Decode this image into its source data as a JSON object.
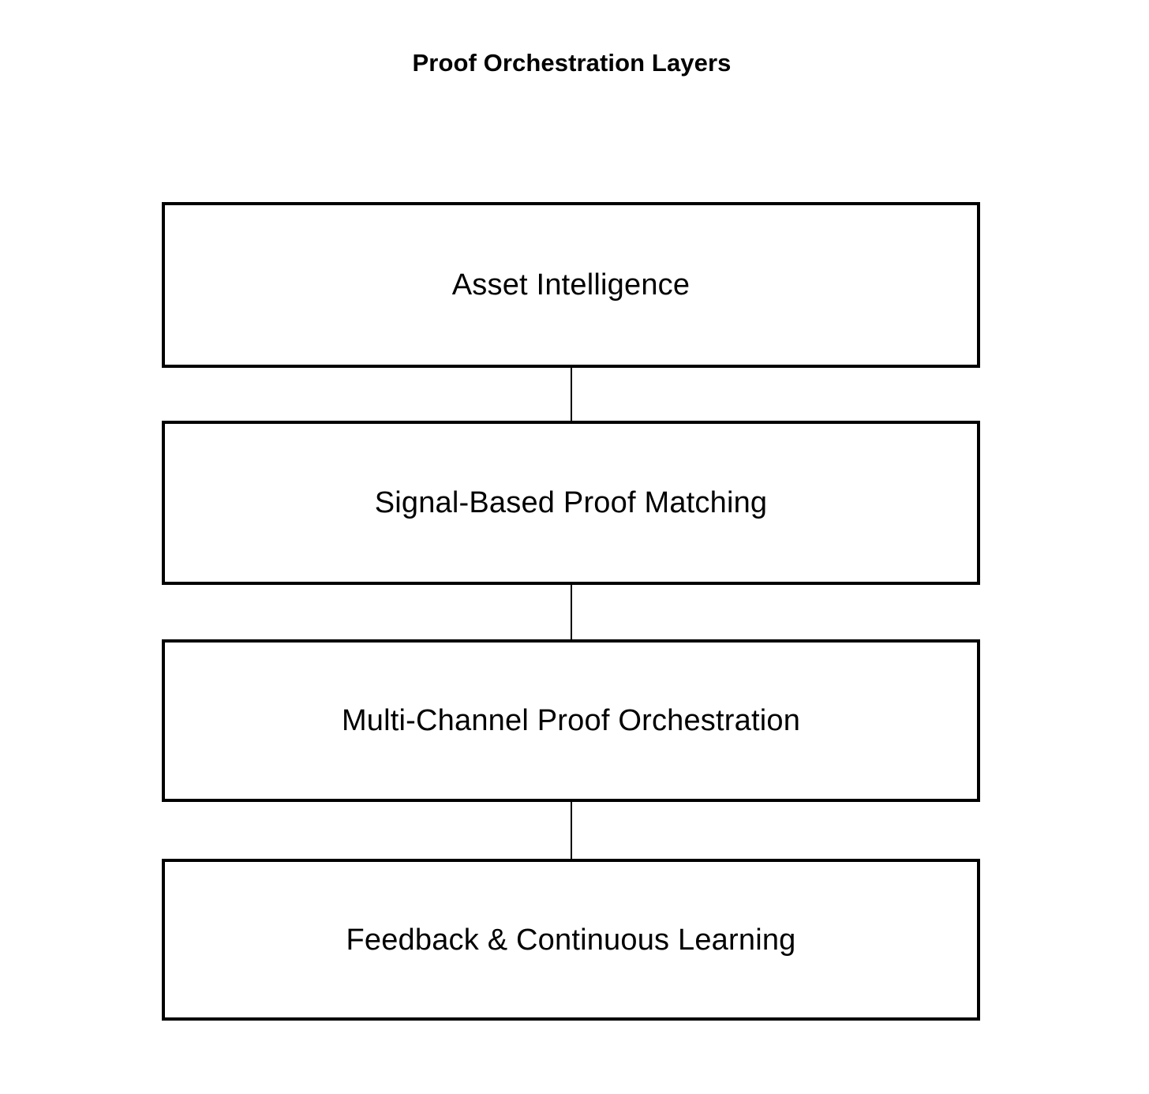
{
  "diagram": {
    "title": "Proof Orchestration Layers",
    "type": "vertical-flow",
    "background_color": "#ffffff",
    "line_color": "#000000",
    "text_color": "#000000",
    "nodes": [
      {
        "id": "asset-intelligence",
        "label": "Asset Intelligence",
        "order": 1
      },
      {
        "id": "signal-based-proof-matching",
        "label": "Signal-Based Proof Matching",
        "order": 2
      },
      {
        "id": "multi-channel-proof-orchestration",
        "label": "Multi-Channel Proof Orchestration",
        "order": 3
      },
      {
        "id": "feedback-continuous-learning",
        "label": "Feedback & Continuous Learning",
        "order": 4
      }
    ],
    "connectors": [
      {
        "from": "asset-intelligence",
        "to": "signal-based-proof-matching"
      },
      {
        "from": "signal-based-proof-matching",
        "to": "multi-channel-proof-orchestration"
      },
      {
        "from": "multi-channel-proof-orchestration",
        "to": "feedback-continuous-learning"
      }
    ]
  }
}
